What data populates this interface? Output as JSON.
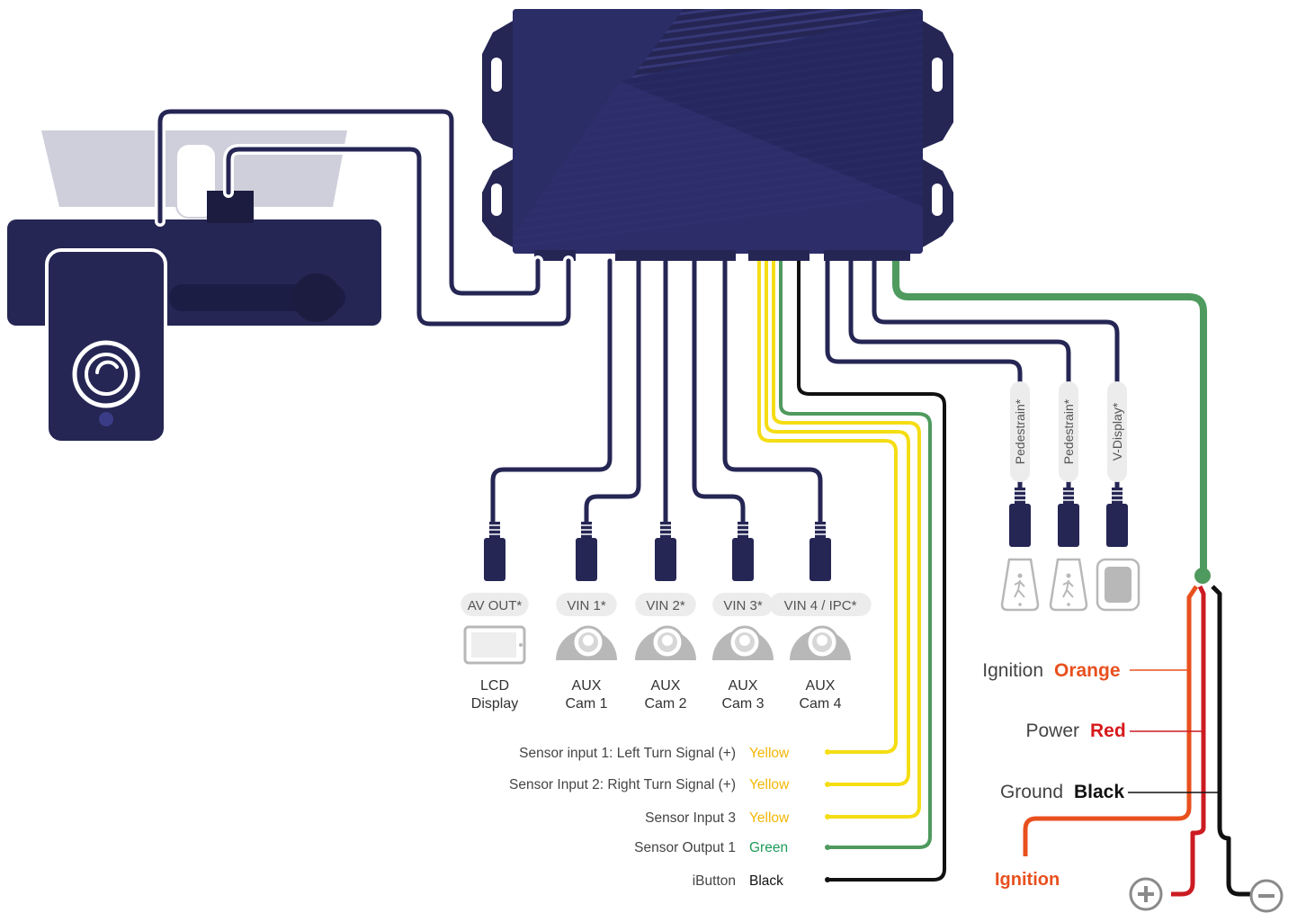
{
  "cameras": [
    {
      "port": "AV OUT*",
      "name_line1": "LCD",
      "name_line2": "Display",
      "kind": "display"
    },
    {
      "port": "VIN 1*",
      "name_line1": "AUX",
      "name_line2": "Cam 1",
      "kind": "camera"
    },
    {
      "port": "VIN 2*",
      "name_line1": "AUX",
      "name_line2": "Cam 2",
      "kind": "camera"
    },
    {
      "port": "VIN 3*",
      "name_line1": "AUX",
      "name_line2": "Cam 3",
      "kind": "camera"
    },
    {
      "port": "VIN 4 / IPC*",
      "name_line1": "AUX",
      "name_line2": "Cam 4",
      "kind": "camera"
    }
  ],
  "accessories": [
    {
      "label": "Pedestrain*",
      "icon": "pedestrian-icon"
    },
    {
      "label": "Pedestrain*",
      "icon": "pedestrian-icon"
    },
    {
      "label": "V-Display*",
      "icon": "display-screen-icon"
    }
  ],
  "sensors": [
    {
      "label": "Sensor input 1: Left Turn Signal (+)",
      "color_name": "Yellow",
      "color": "#f2b705"
    },
    {
      "label": "Sensor Input 2: Right Turn Signal (+)",
      "color_name": "Yellow",
      "color": "#f2b705"
    },
    {
      "label": "Sensor Input 3",
      "color_name": "Yellow",
      "color": "#f2b705"
    },
    {
      "label": "Sensor Output 1",
      "color_name": "Green",
      "color": "#1e9a5a"
    },
    {
      "label": "iButton",
      "color_name": "Black",
      "color": "#111111"
    }
  ],
  "power": [
    {
      "label": "Ignition",
      "color_name": "Orange",
      "color": "#e8501e"
    },
    {
      "label": "Power",
      "color_name": "Red",
      "color": "#d7191c"
    },
    {
      "label": "Ground",
      "color_name": "Black",
      "color": "#111111"
    }
  ],
  "ignition_terminal": "Ignition",
  "colors": {
    "navy": "#252654",
    "navy_light": "#2f3170",
    "yellow_wire": "#f5dd14",
    "green_wire": "#4f9a5e",
    "orange_wire": "#e8501e",
    "red_wire": "#cc1b22",
    "black_wire": "#111111",
    "gray_pill": "#ececec",
    "gray_icon": "#b8b8b8"
  }
}
